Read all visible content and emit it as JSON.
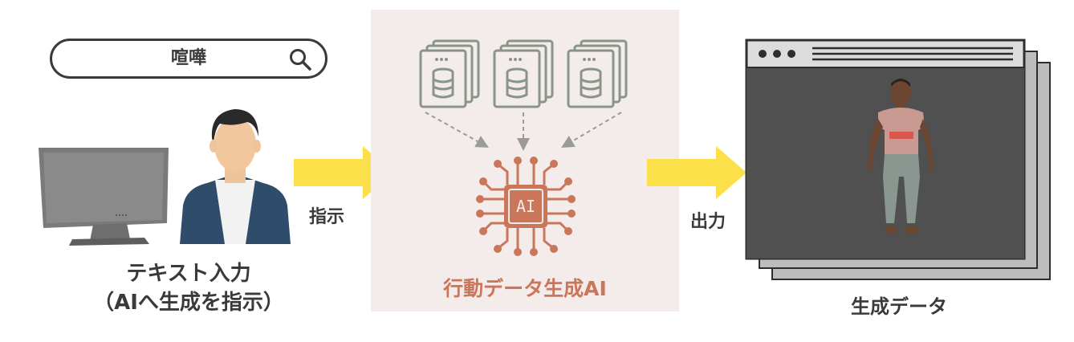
{
  "search": {
    "query": "喧嘩"
  },
  "user": {
    "label_line1": "テキスト入力",
    "label_line2": "（AIへ生成を指示）"
  },
  "arrow1": {
    "label": "指示"
  },
  "ai_model": {
    "chip_text": "AI",
    "label": "行動データ生成AI"
  },
  "arrow2": {
    "label": "出力"
  },
  "output": {
    "label": "生成データ"
  },
  "colors": {
    "arrow": "#fbe04a",
    "ai_accent": "#c9765a",
    "panel_bg": "#f4ecea",
    "text": "#3a3a3a"
  },
  "icons": [
    "search-icon",
    "monitor-icon",
    "person-icon",
    "database-document-icon",
    "ai-chip-icon",
    "browser-window-icon"
  ]
}
